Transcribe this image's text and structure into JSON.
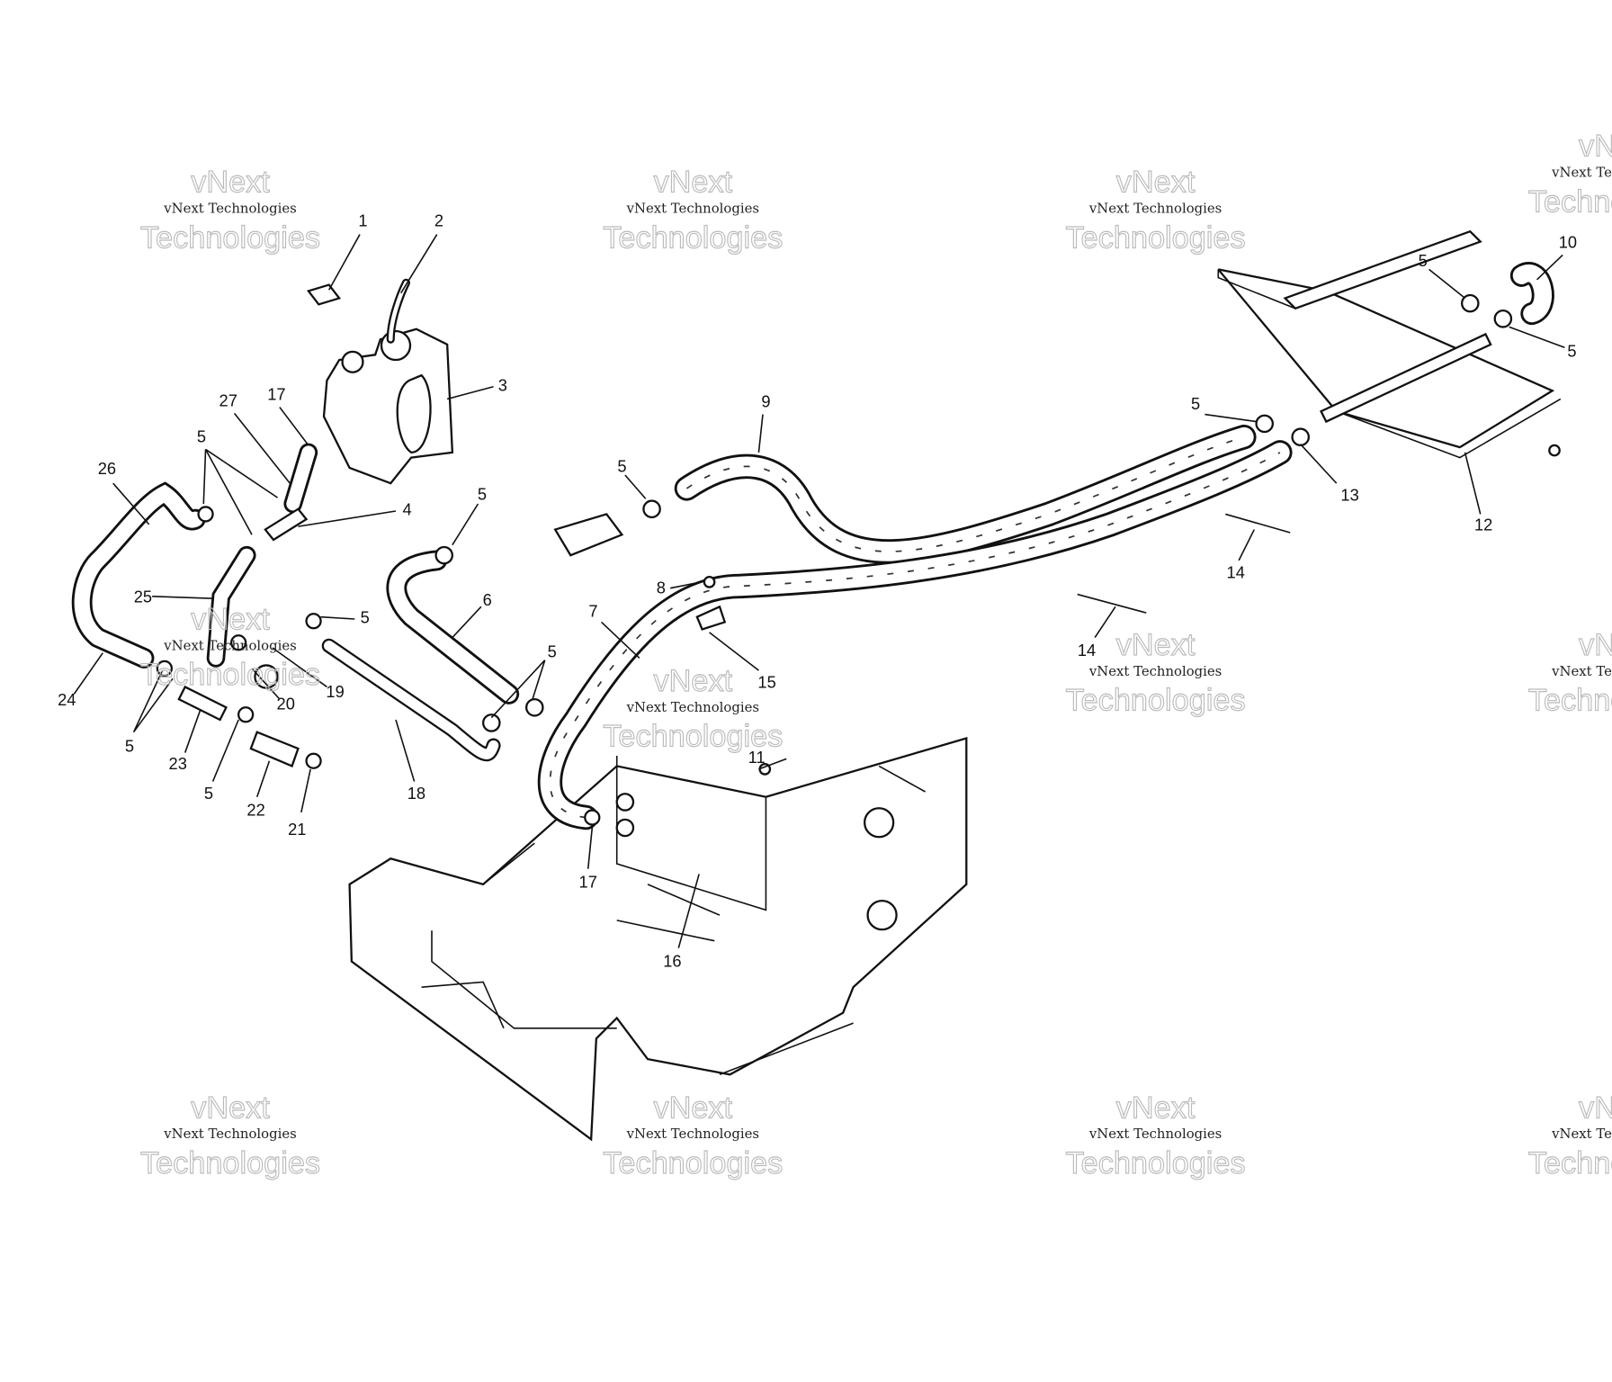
{
  "watermark": {
    "line1": "vNext Technologies",
    "line2": "Technologies",
    "line3": "vNext"
  },
  "callouts": [
    "1",
    "2",
    "3",
    "17",
    "27",
    "5",
    "26",
    "4",
    "25",
    "5",
    "24",
    "5",
    "23",
    "20",
    "19",
    "5",
    "22",
    "21",
    "18",
    "6",
    "5",
    "5",
    "5",
    "9",
    "8",
    "7",
    "15",
    "11",
    "17",
    "16",
    "5",
    "10",
    "5",
    "5",
    "13",
    "12",
    "14",
    "14"
  ]
}
